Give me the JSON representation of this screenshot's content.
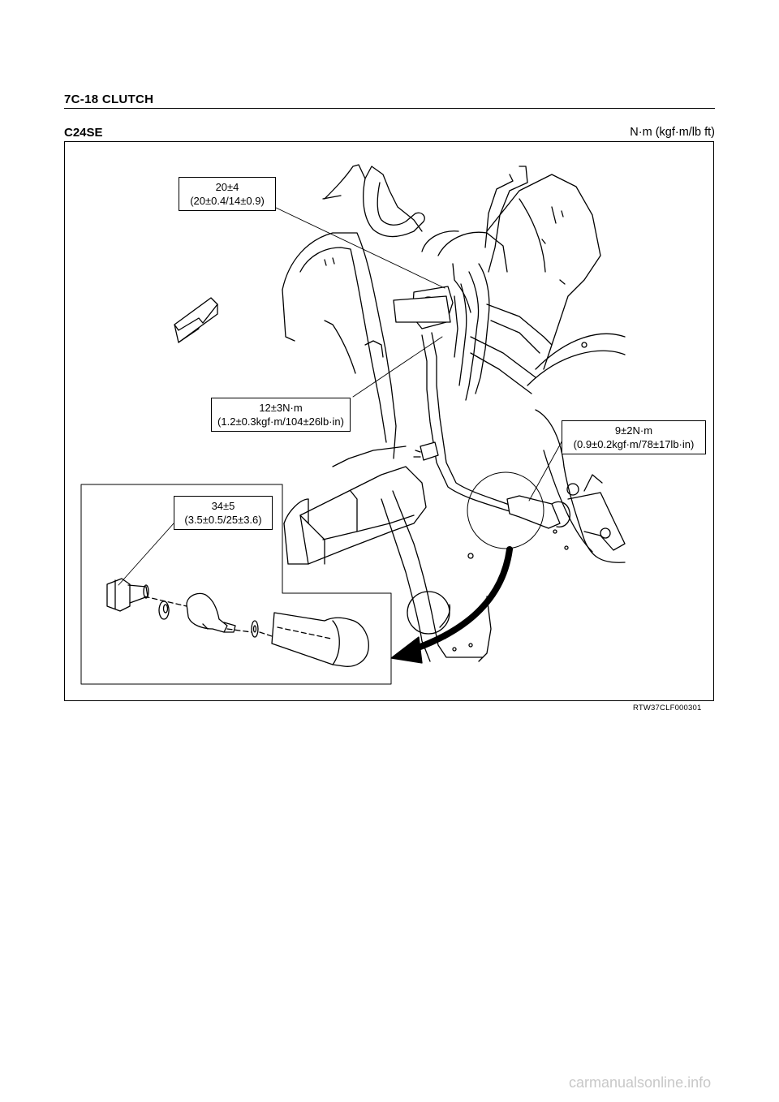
{
  "header": {
    "title": "7C-18  CLUTCH"
  },
  "section": {
    "title": "C24SE",
    "units": "N·m (kgf·m/lb ft)"
  },
  "callouts": [
    {
      "id": "top",
      "line1": "20±4",
      "line2": "(20±0.4/14±0.9)"
    },
    {
      "id": "middle",
      "line1": "12±3N·m",
      "line2": "(1.2±0.3kgf·m/104±26lb·in)"
    },
    {
      "id": "right",
      "line1": "9±2N·m",
      "line2": "(0.9±0.2kgf·m/78±17lb·in)"
    },
    {
      "id": "inset",
      "line1": "34±5",
      "line2": "(3.5±0.5/25±3.6)"
    }
  ],
  "figure": {
    "id": "RTW37CLF000301"
  },
  "watermark": "carmanualsonline.info"
}
